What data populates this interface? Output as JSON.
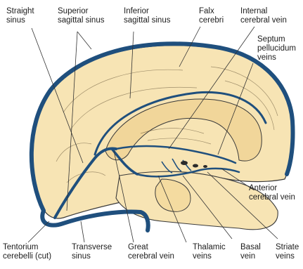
{
  "labels": {
    "straight_sinus": "Straight\nsinus",
    "superior_sagittal_sinus": "Superior\nsagittal sinus",
    "inferior_sagittal_sinus": "Inferior\nsagittal sinus",
    "falx_cerebri": "Falx\ncerebri",
    "internal_cerebral_vein": "Internal\ncerebral vein",
    "septum_pellucidum_veins": "Septum\npellucidum\nveins",
    "anterior_cerebral_vein": "Anterior\ncerebral vein",
    "tentorium_cerebelli": "Tentorium\ncerebelli (cut)",
    "transverse_sinus": "Transverse\nsinus",
    "great_cerebral_vein": "Great\ncerebral vein",
    "thalamic_veins": "Thalamic\nveins",
    "basal_vein": "Basal\nvein",
    "striate_veins": "Striate\nveins"
  },
  "colors": {
    "background": "#ffffff",
    "brain_fill": "#f7e4b4",
    "vein_blue": "#1f4f7d",
    "outline": "#3a3a3a",
    "leader": "#333333",
    "text": "#1c1c1c"
  }
}
